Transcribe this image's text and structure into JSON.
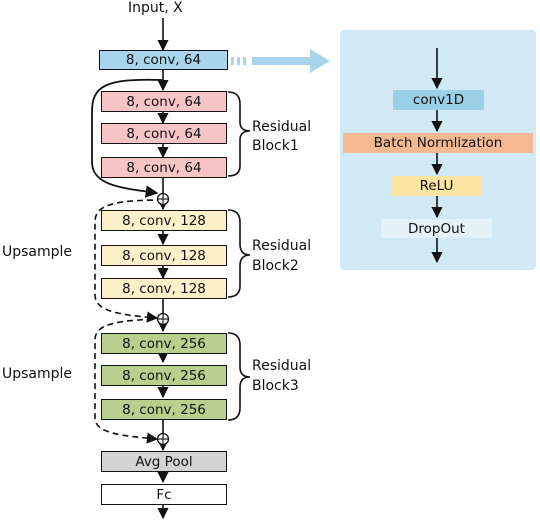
{
  "input_label": "Input, X",
  "first_conv": "8, conv, 64",
  "blocks": [
    {
      "layers": [
        "8, conv, 64",
        "8, conv, 64",
        "8, conv, 64"
      ],
      "label_line1": "Residual",
      "label_line2": "Block1",
      "side_label": ""
    },
    {
      "layers": [
        "8, conv, 128",
        "8, conv, 128",
        "8, conv, 128"
      ],
      "label_line1": "Residual",
      "label_line2": "Block2",
      "side_label": "Upsample"
    },
    {
      "layers": [
        "8, conv, 256",
        "8, conv, 256",
        "8, conv, 256"
      ],
      "label_line1": "Residual",
      "label_line2": "Block3",
      "side_label": "Upsample"
    }
  ],
  "pool_label": "Avg Pool",
  "fc_label": "Fc",
  "detail_layers": [
    "conv1D",
    "Batch Normlization",
    "ReLU",
    "DropOut"
  ],
  "colors": {
    "first_conv": "#a9d5ec",
    "block1": "#f7c5c5",
    "block2": "#fdf1c9",
    "block3": "#b8cf8e",
    "pool": "#d4d4d4",
    "fc": "#ffffff",
    "panel": "#d1e9f4",
    "panel_arrow": "#a9d5ec",
    "detail_conv": "#9bcfe6",
    "detail_bn": "#f5b992",
    "detail_relu": "#fce4a2",
    "detail_dropout": "#e4f1f8"
  }
}
